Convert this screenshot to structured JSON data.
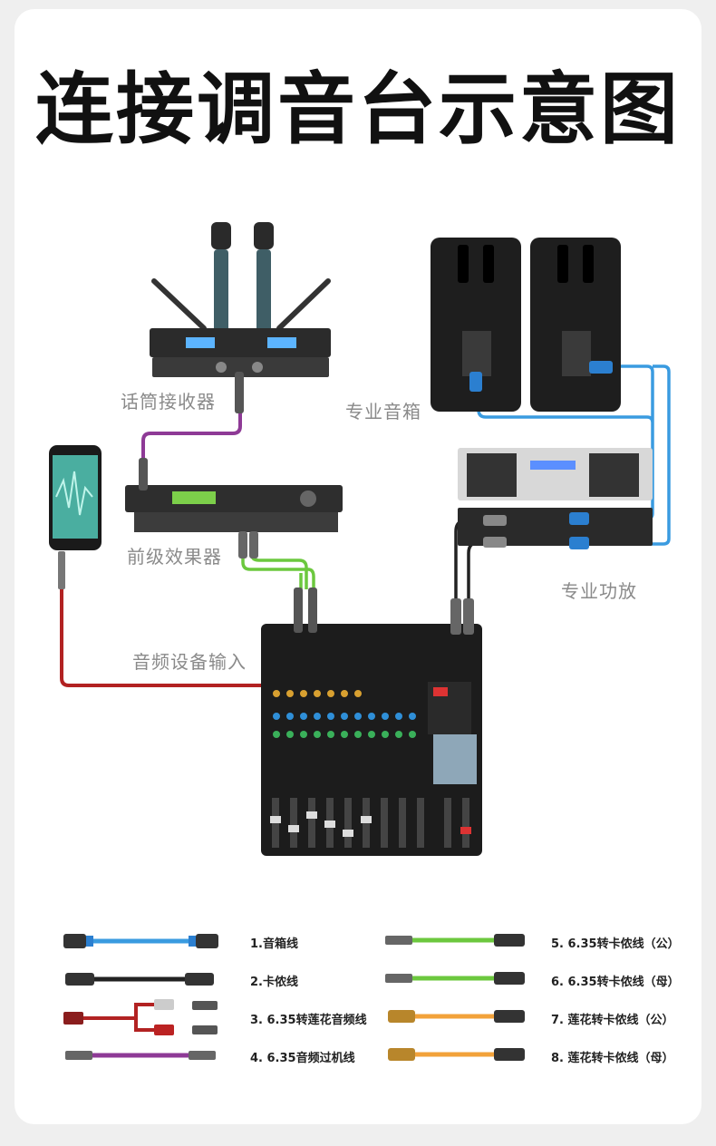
{
  "title": "连接调音台示意图",
  "devices": {
    "receiver": "话筒接收器",
    "speakers": "专业音箱",
    "effects": "前级效果器",
    "amplifier": "专业功放",
    "audio_input": "音频设备输入"
  },
  "legend": [
    {
      "label": "1.音箱线",
      "color": "#3a9be0"
    },
    {
      "label": "2.卡侬线",
      "color": "#222222"
    },
    {
      "label": "3. 6.35转莲花音频线",
      "color": "#b22222"
    },
    {
      "label": "4. 6.35音频过机线",
      "color": "#8e3a96"
    },
    {
      "label": "5. 6.35转卡侬线（公）",
      "color": "#6cc83e"
    },
    {
      "label": "6. 6.35转卡侬线（母）",
      "color": "#6cc83e"
    },
    {
      "label": "7. 莲花转卡侬线（公）",
      "color": "#f2a23a"
    },
    {
      "label": "8. 莲花转卡侬线（母）",
      "color": "#f2a23a"
    }
  ]
}
